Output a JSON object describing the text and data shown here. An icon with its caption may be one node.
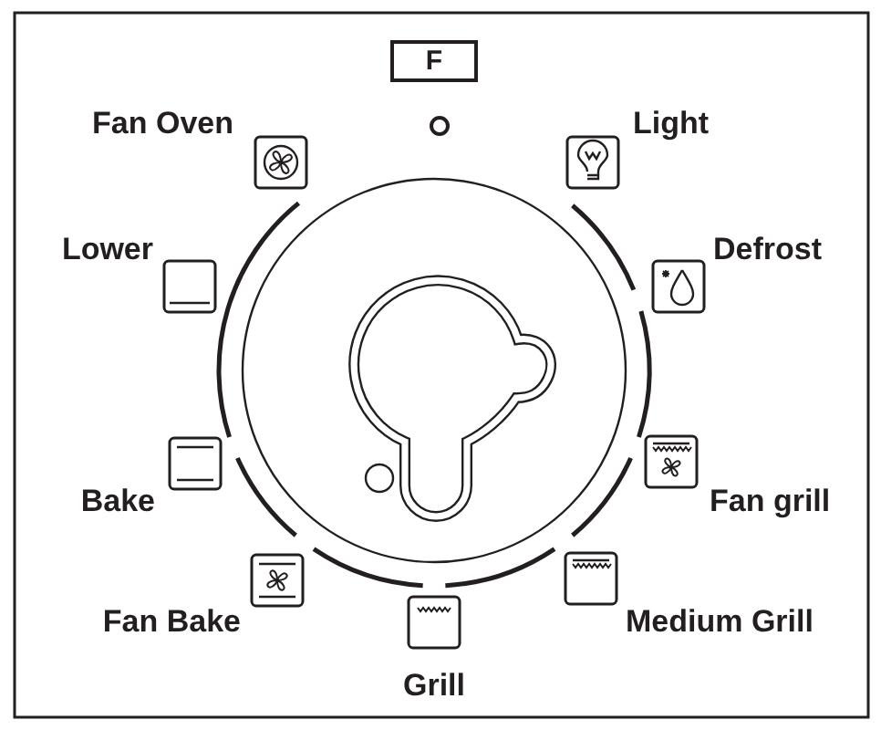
{
  "diagram": {
    "nodes": [
      {
        "text": [
          "F"
        ]
      }
    ],
    "labels": [
      "Fan Oven",
      "Light",
      "Lower",
      "Defrost",
      "Bake",
      "Fan grill",
      "Fan Bake",
      "Medium Grill",
      "Grill"
    ]
  }
}
